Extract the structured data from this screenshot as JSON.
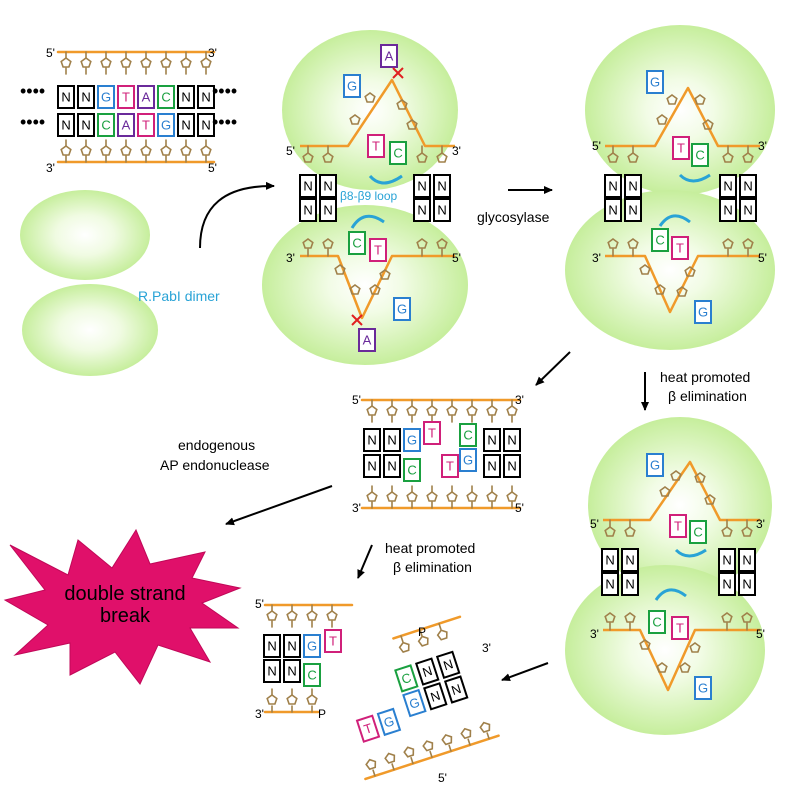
{
  "labels": {
    "five_prime": "5'",
    "three_prime": "3'",
    "dots": "••••",
    "enzyme_dimer": "R.PabI dimer",
    "loop": "β8-β9 loop",
    "glycosylase": "glycosylase",
    "heat_line1": "heat promoted",
    "heat_line2": "β elimination",
    "endo_line1": "endogenous",
    "endo_line2": "AP endonuclease",
    "dsb_line1": "double strand",
    "dsb_line2": "break",
    "phosphate": "P"
  },
  "bases": {
    "N": "N",
    "G": "G",
    "T": "T",
    "A": "A",
    "C": "C"
  },
  "colors": {
    "backbone": "#f09a2a",
    "sugar": "#a0804a",
    "enzyme": "#c9f0a0",
    "G": "#2a7fd0",
    "T": "#d0207a",
    "A": "#6a2a9a",
    "C": "#1aa040",
    "N": "#000000",
    "cut": "#e02020",
    "loop": "#29a3d6",
    "star": "#e0106a"
  }
}
